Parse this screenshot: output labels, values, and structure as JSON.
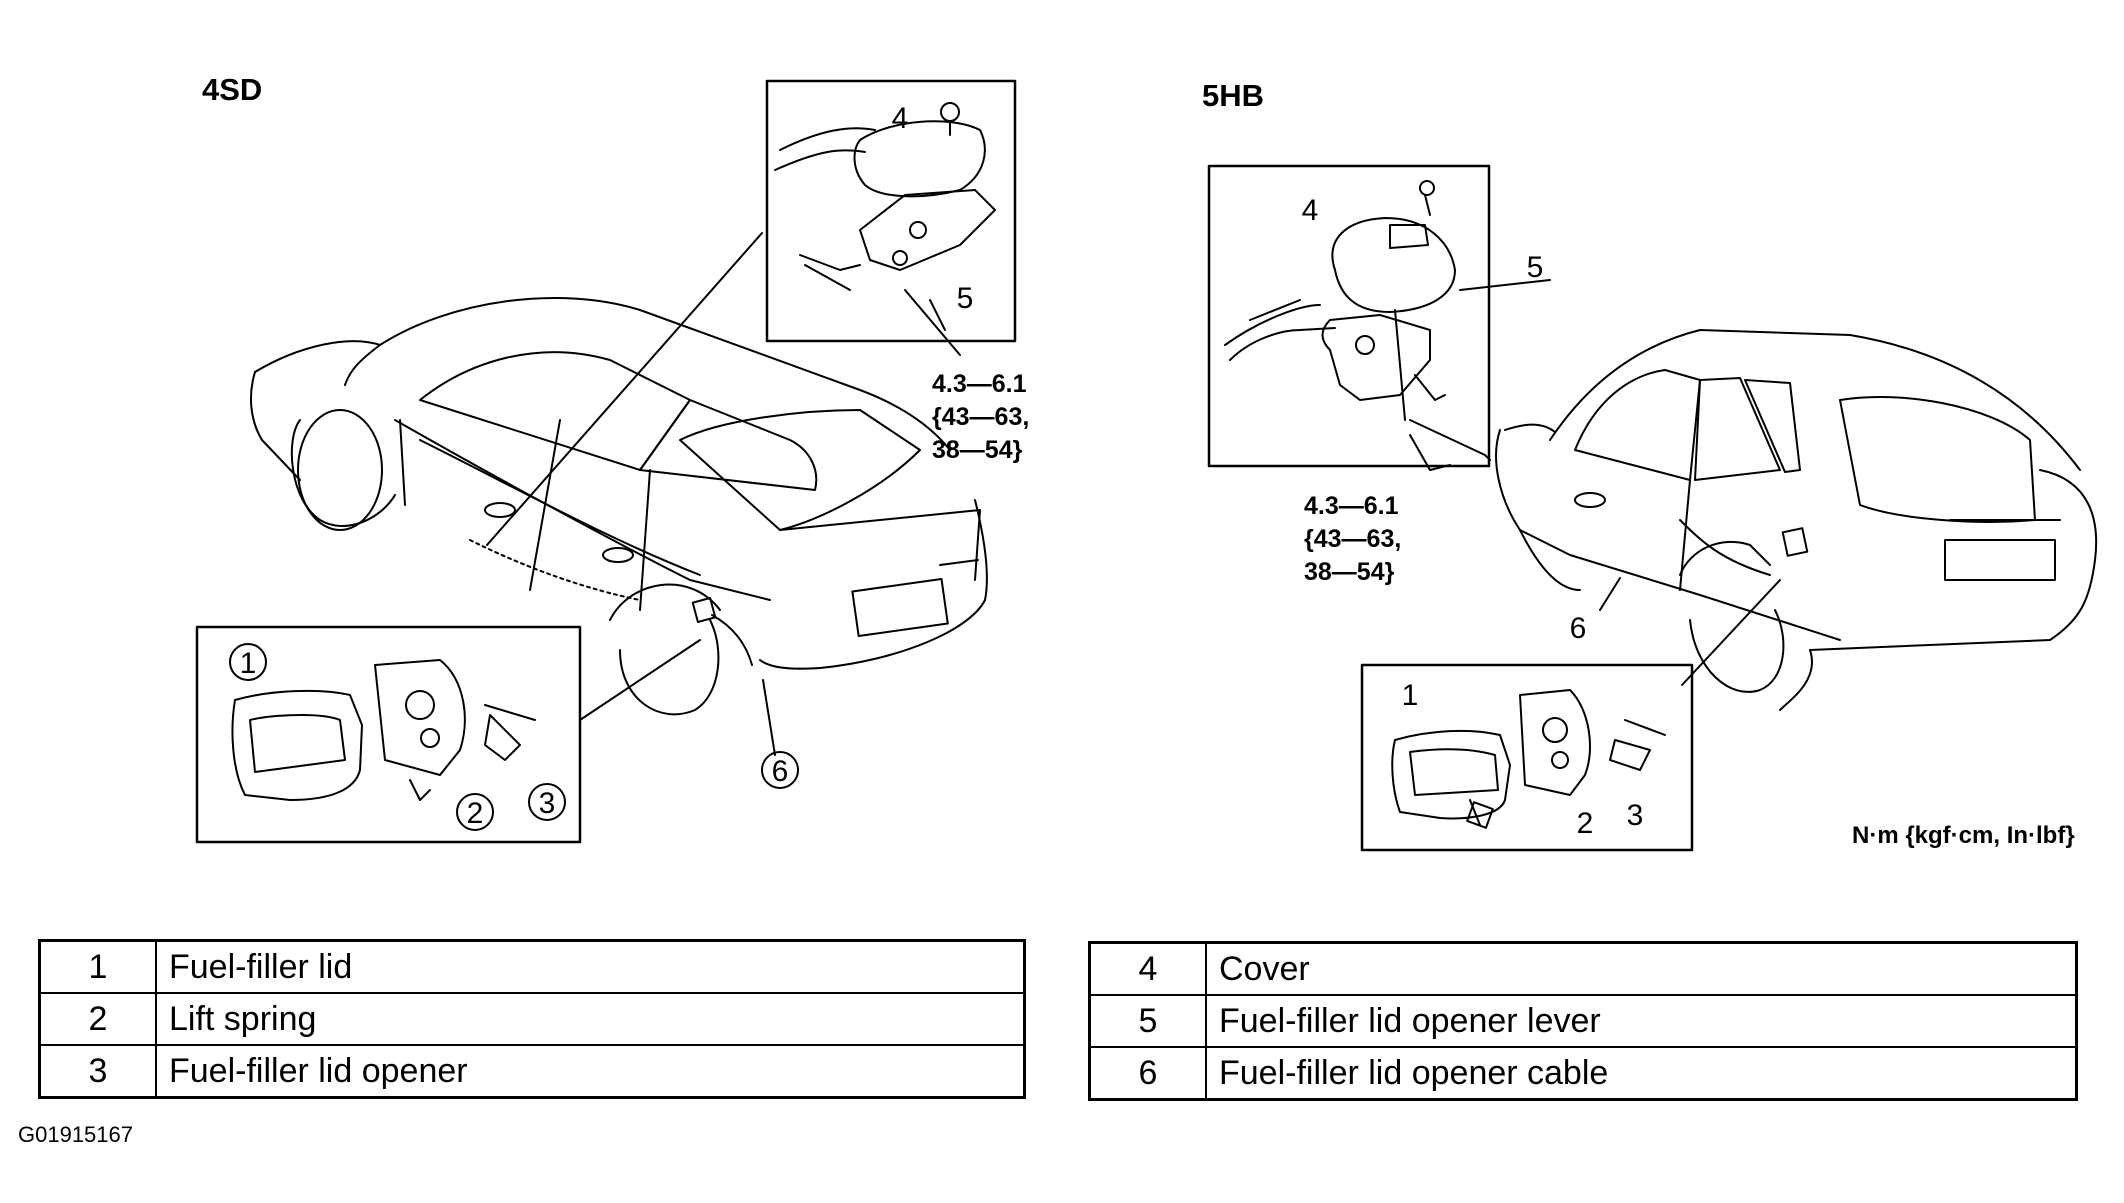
{
  "left_panel": {
    "variant_label": "4SD",
    "torque_spec": [
      "4.3—6.1",
      "{43—63,",
      "38—54}"
    ],
    "callouts": [
      "1",
      "2",
      "3",
      "4",
      "5",
      "6"
    ]
  },
  "right_panel": {
    "variant_label": "5HB",
    "torque_spec": [
      "4.3—6.1",
      "{43—63,",
      "38—54}"
    ],
    "callouts": [
      "1",
      "2",
      "3",
      "4",
      "5",
      "6"
    ]
  },
  "units_note": "N·m {kgf·cm, In·lbf}",
  "legend_left": [
    {
      "num": "1",
      "label": "Fuel-filler lid"
    },
    {
      "num": "2",
      "label": "Lift spring"
    },
    {
      "num": "3",
      "label": "Fuel-filler lid opener"
    }
  ],
  "legend_right": [
    {
      "num": "4",
      "label": "Cover"
    },
    {
      "num": "5",
      "label": "Fuel-filler lid opener lever"
    },
    {
      "num": "6",
      "label": "Fuel-filler lid opener cable"
    }
  ],
  "figure_id": "G01915167"
}
